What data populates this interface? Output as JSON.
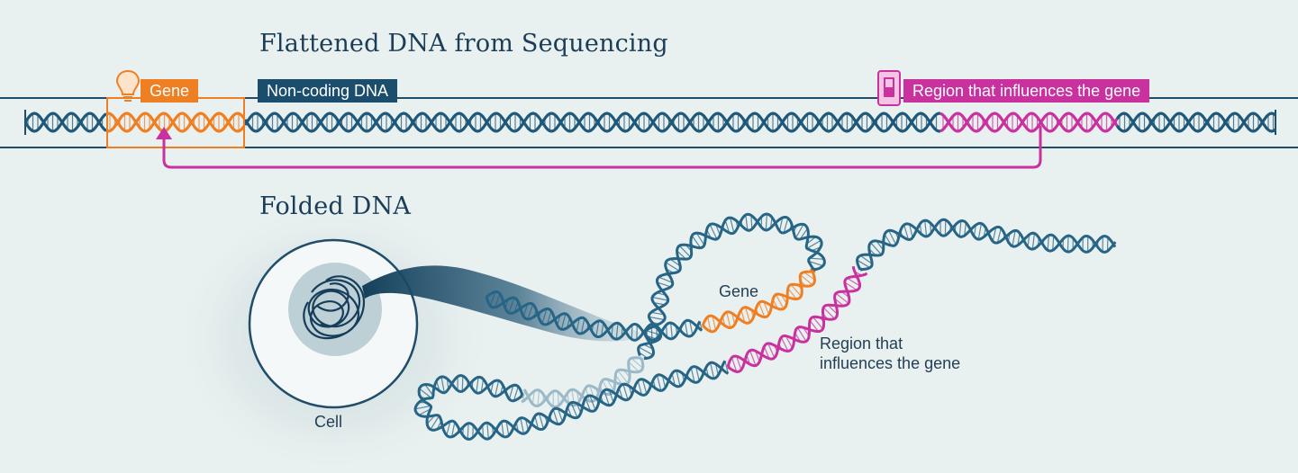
{
  "titles": {
    "flattened": "Flattened DNA from Sequencing",
    "folded": "Folded DNA"
  },
  "flattened_labels": {
    "gene": "Gene",
    "non_coding": "Non-coding DNA",
    "region": "Region that influences the gene"
  },
  "folded_labels": {
    "gene": "Gene",
    "region_line1": "Region that",
    "region_line2": "influences the gene",
    "cell": "Cell"
  },
  "icons": {
    "gene": "lightbulb-icon",
    "region": "switch-icon"
  },
  "colors": {
    "background": "#e9f0f0",
    "dna_blue": "#1f5878",
    "gene_orange": "#ef7f23",
    "region_magenta": "#c9319f",
    "non_coding_navy": "#1b4d6c",
    "title_text": "#1b3d58"
  }
}
